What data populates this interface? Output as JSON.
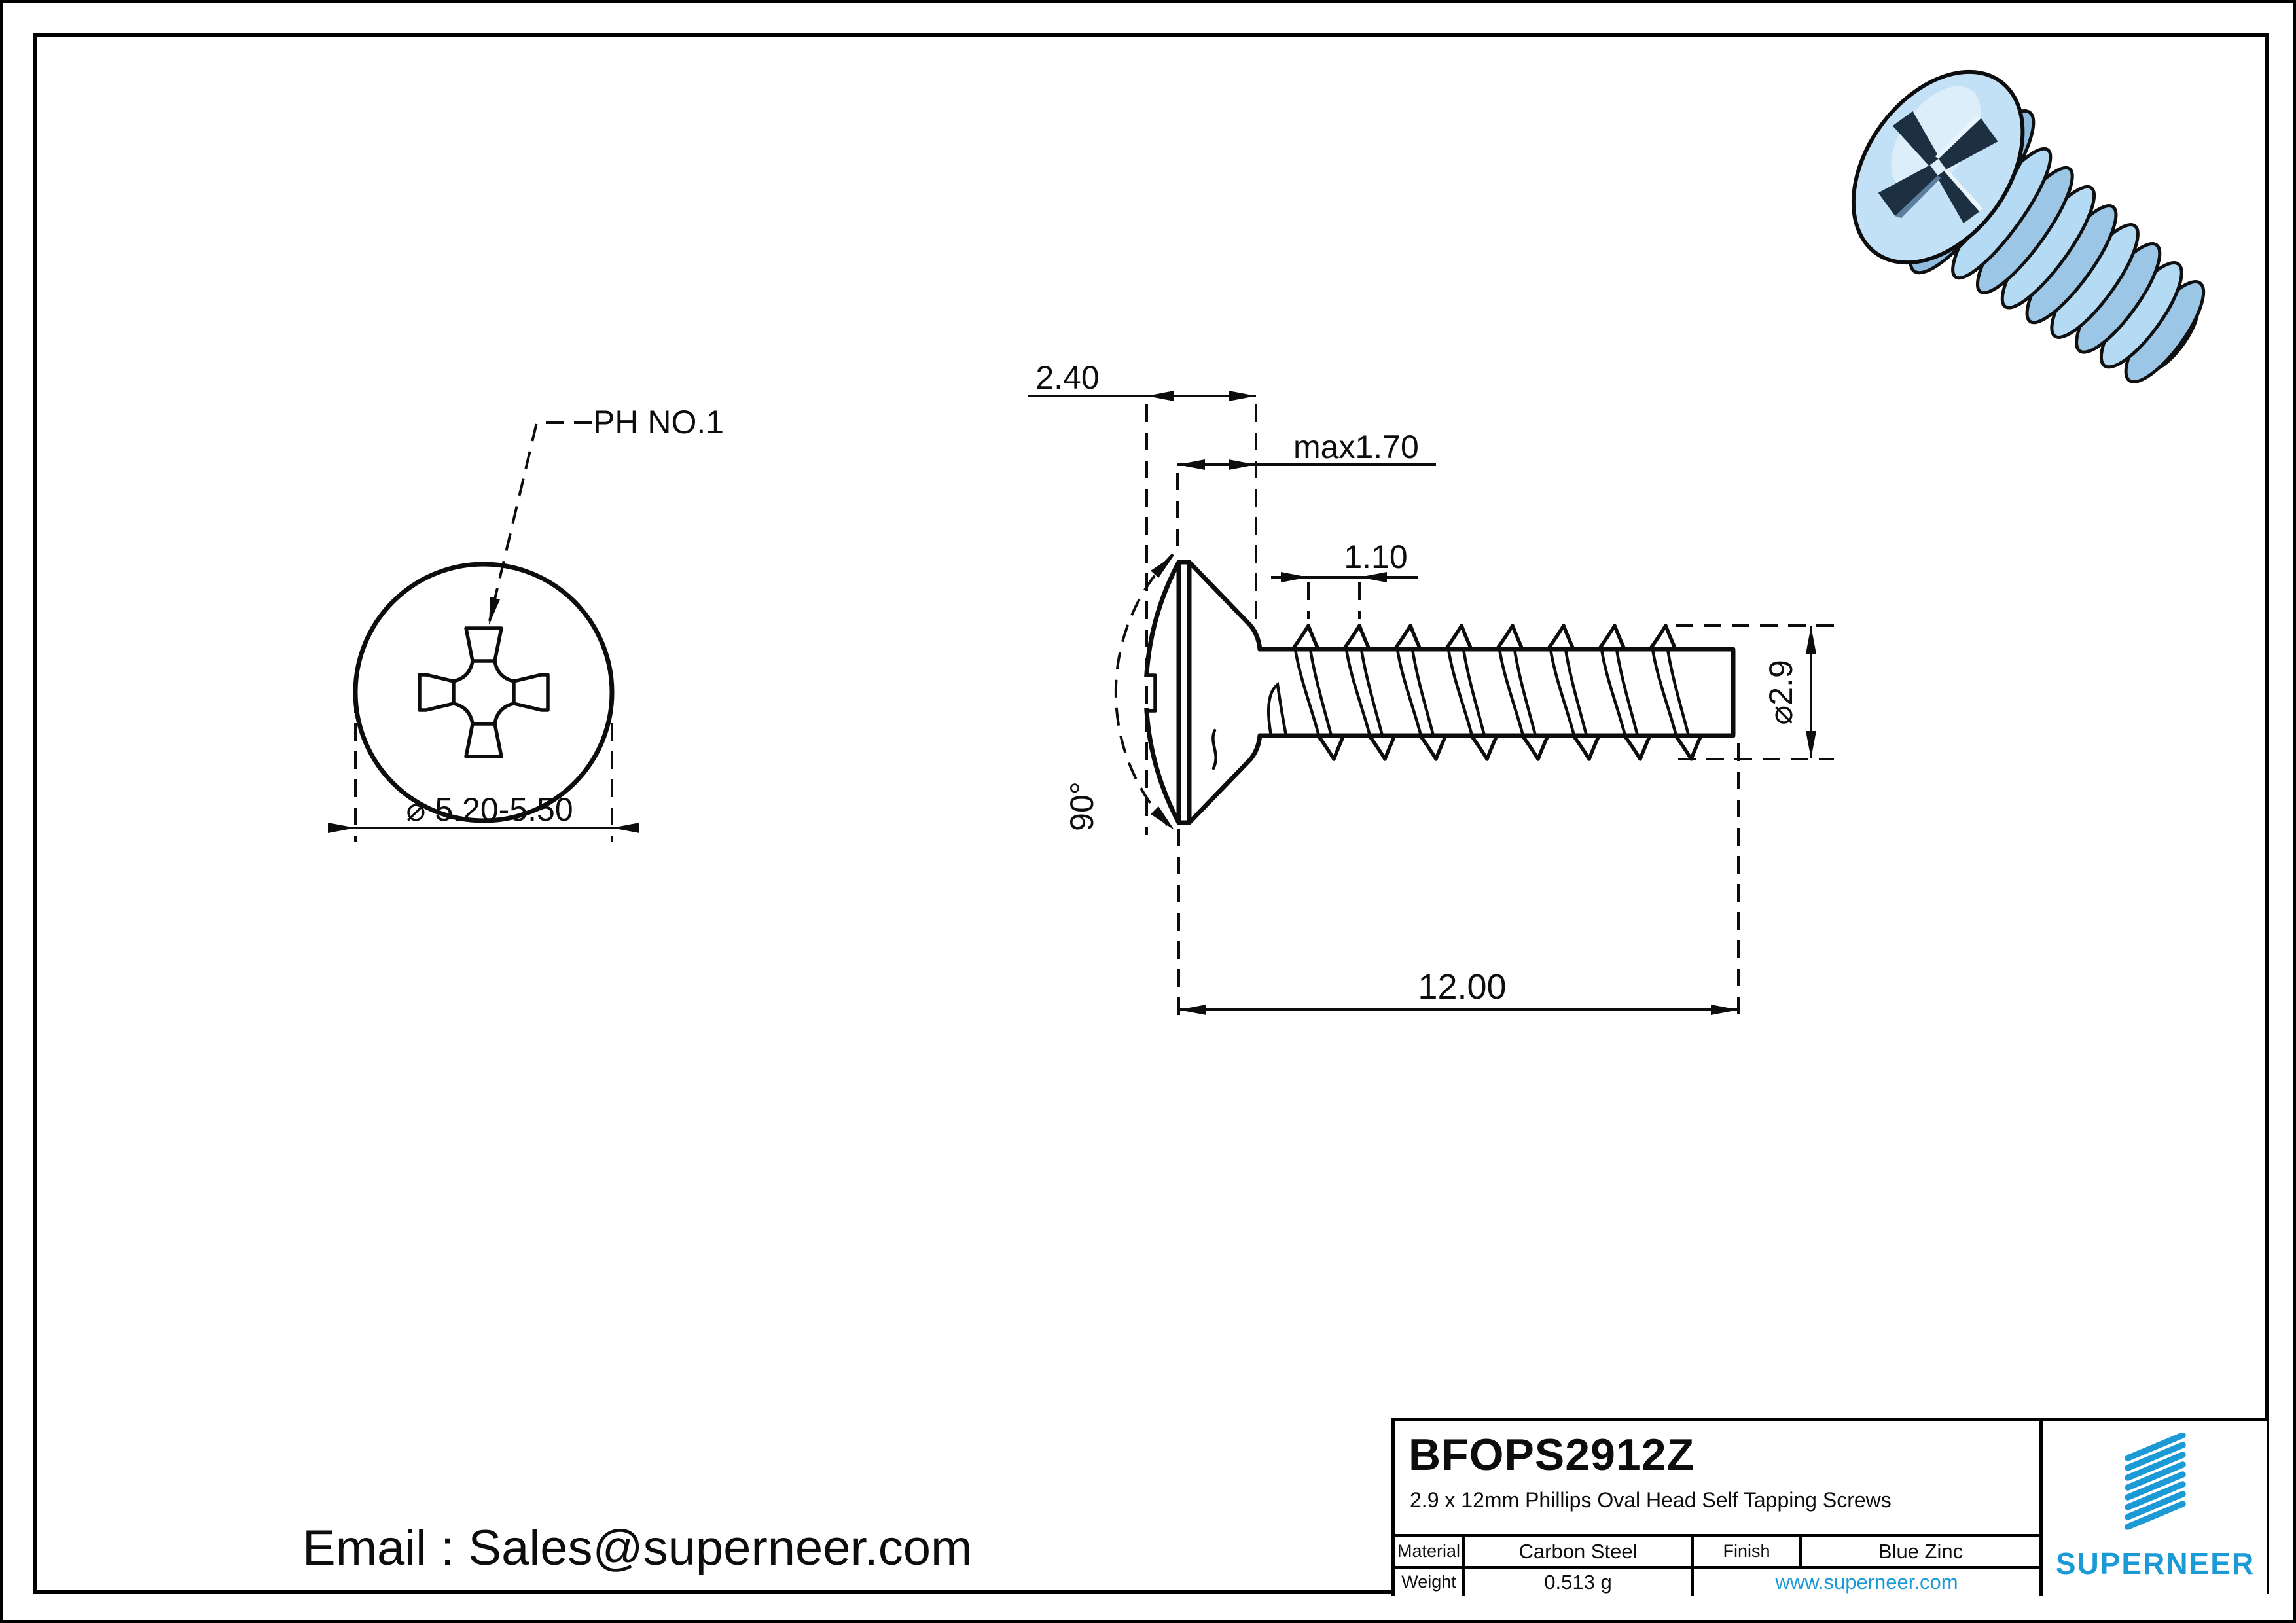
{
  "drawing": {
    "labels": {
      "drive": "PH NO.1",
      "head_dia": "⌀ 5.20-5.50",
      "head_height": "2.40",
      "head_height_max": "max1.70",
      "pitch": "1.10",
      "angle": "90°",
      "thread_dia": "⌀2.9",
      "length": "12.00"
    }
  },
  "title_block": {
    "part_number": "BFOPS2912Z",
    "description": "2.9 x 12mm Phillips Oval Head Self Tapping Screws",
    "material_label": "Material",
    "material": "Carbon Steel",
    "finish_label": "Finish",
    "finish": "Blue Zinc",
    "weight_label": "Weight",
    "weight": "0.513 g",
    "website": "www.superneer.com",
    "brand": "SUPERNEER"
  },
  "colors": {
    "brand_blue": "#1b9ad6",
    "screw_body_blue": "#b5dbf4",
    "line_black": "#0d0d0d"
  },
  "footer": {
    "email": "Email : Sales@superneer.com"
  }
}
